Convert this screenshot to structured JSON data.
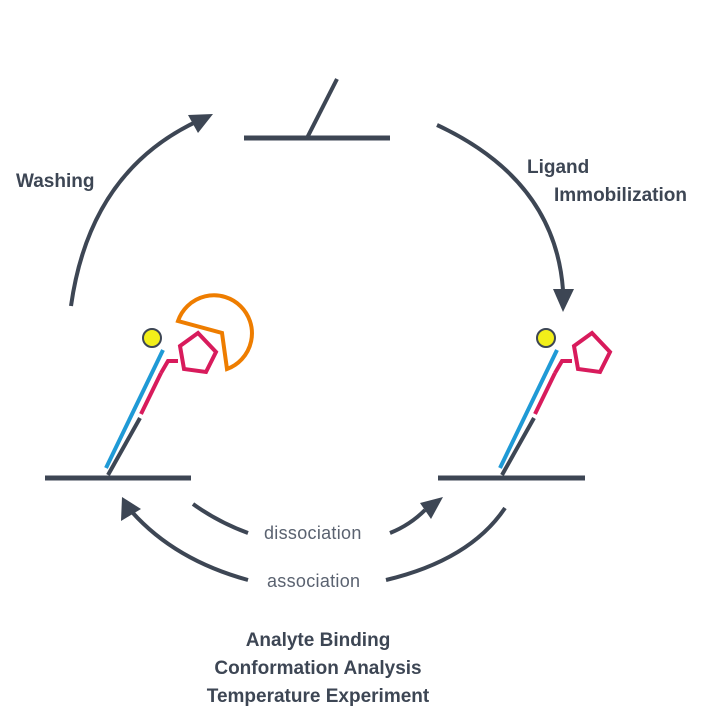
{
  "labels": {
    "washing": "Washing",
    "ligand_line1": "Ligand",
    "ligand_line2": "Immobilization",
    "dissociation": "dissociation",
    "association": "association"
  },
  "bottom_text": [
    "Analyte Binding",
    "Conformation Analysis",
    "Temperature Experiment"
  ],
  "colors": {
    "slate": "#3d4654",
    "blue": "#1f9ad6",
    "magenta": "#d81b5c",
    "orange": "#ee7d00",
    "yellow": "#f2ef1a"
  },
  "icons": {
    "surface": "sensor-surface",
    "linker": "tether-linker",
    "ligand": "pentagon-ligand",
    "analyte": "pacman-analyte",
    "label": "yellow-dye"
  }
}
